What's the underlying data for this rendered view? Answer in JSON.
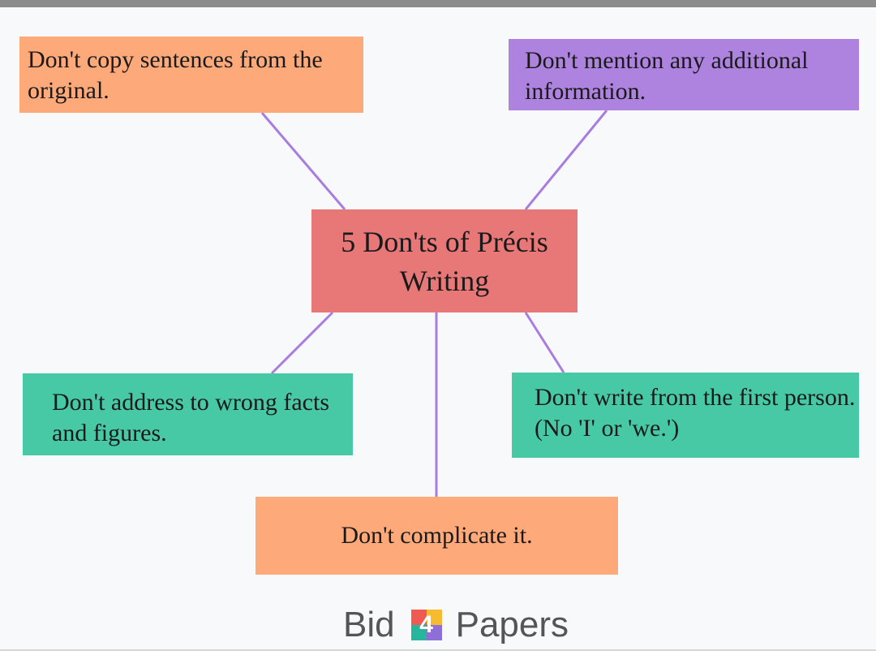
{
  "title": "5 Don'ts of Précis Writing",
  "nodes": {
    "top_left": "Don't copy sentences from the original.",
    "top_right": "Don't mention any additional information.",
    "bottom_left": "Don't address to wrong facts and figures.",
    "bottom_right": "Don't write from the first person. (No 'I' or 'we.')",
    "bottom": "Don't complicate it."
  },
  "colors": {
    "center": "#e87878",
    "orange": "#fea97a",
    "purple": "#ae83e0",
    "green": "#47c9a6",
    "connector": "#a97de0"
  },
  "logo": {
    "left_text": "Bid",
    "mark_text": "4",
    "right_text": "Papers"
  }
}
